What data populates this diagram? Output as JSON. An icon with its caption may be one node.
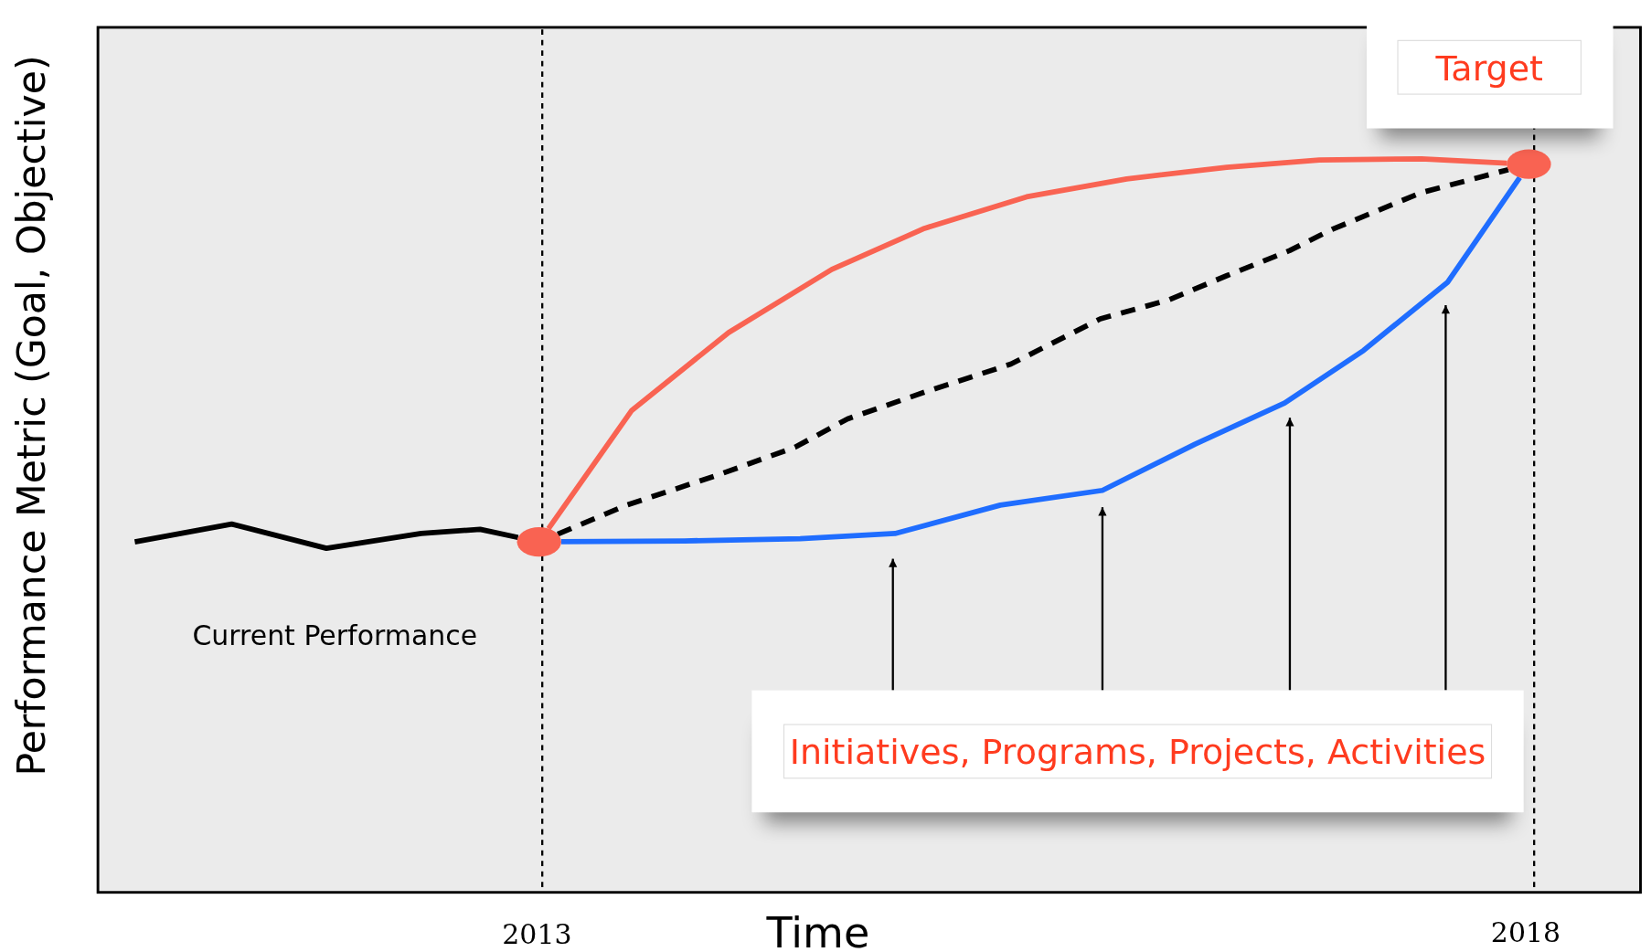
{
  "diagram": {
    "nodes": [
      {
        "text": [
          "Target"
        ]
      },
      {
        "text": [
          "Initiatives, Programs, Projects, Activities"
        ]
      },
      {
        "text": [],
        "shape": "circle"
      },
      {
        "text": [],
        "shape": "circle"
      }
    ],
    "edges": [
      {
        "from": 1,
        "to": null,
        "arrow": "to"
      },
      {
        "from": 1,
        "to": null,
        "arrow": "to"
      },
      {
        "from": 1,
        "to": null,
        "arrow": "to"
      },
      {
        "from": 1,
        "to": null,
        "arrow": "to"
      },
      {
        "from": null,
        "to": 2,
        "arrow": "none",
        "style": "thick"
      },
      {
        "from": 2,
        "to": 3,
        "arrow": "none",
        "style": "thick",
        "color": "#f96352"
      },
      {
        "from": 2,
        "to": 3,
        "arrow": "none",
        "style": "dashed"
      },
      {
        "from": 2,
        "to": 3,
        "arrow": "none",
        "style": "thick",
        "color": "#1f6dff"
      }
    ],
    "labels": [
      "Performance Metric (Goal, Objective)",
      "Current Performance",
      "2013",
      "Time",
      "2018"
    ]
  }
}
